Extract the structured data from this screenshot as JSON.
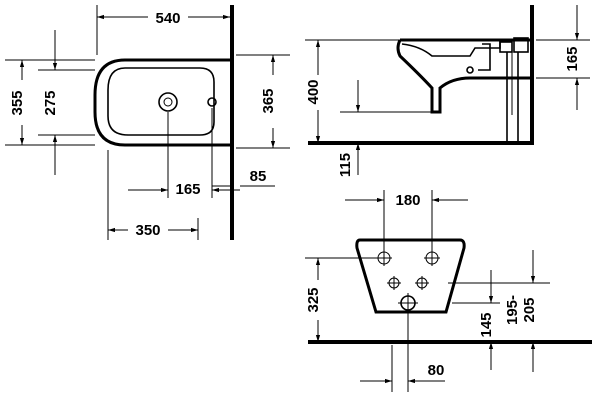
{
  "drawing": {
    "top_view": {
      "width_540": "540",
      "depth_355": "355",
      "depth_275": "275",
      "depth_365": "365",
      "hole_165": "165",
      "wall_85": "85",
      "offset_350": "350"
    },
    "side_view": {
      "height_400": "400",
      "conn_165": "165",
      "floor_115": "115"
    },
    "front_view": {
      "width_180": "180",
      "height_325": "325",
      "drain_145": "145",
      "range_195_205": "195-\n205",
      "range_line1": "195-",
      "range_line2": "205",
      "offset_80": "80"
    }
  }
}
